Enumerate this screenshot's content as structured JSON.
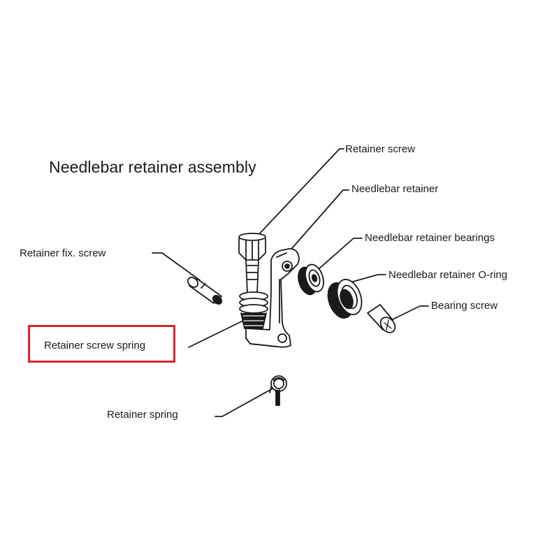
{
  "title": "Needlebar retainer assembly",
  "highlight_color": "#d9252b",
  "labels": {
    "retainer_screw": "Retainer screw",
    "needlebar_retainer": "Needlebar retainer",
    "needlebar_retainer_bearings": "Needlebar retainer bearings",
    "needlebar_retainer_oring": "Needlebar retainer O-ring",
    "bearing_screw": "Bearing screw",
    "retainer_fix_screw": "Retainer fix. screw",
    "retainer_screw_spring": "Retainer screw spring",
    "retainer_spring": "Retainer spring"
  },
  "highlighted_part": "retainer_screw_spring"
}
